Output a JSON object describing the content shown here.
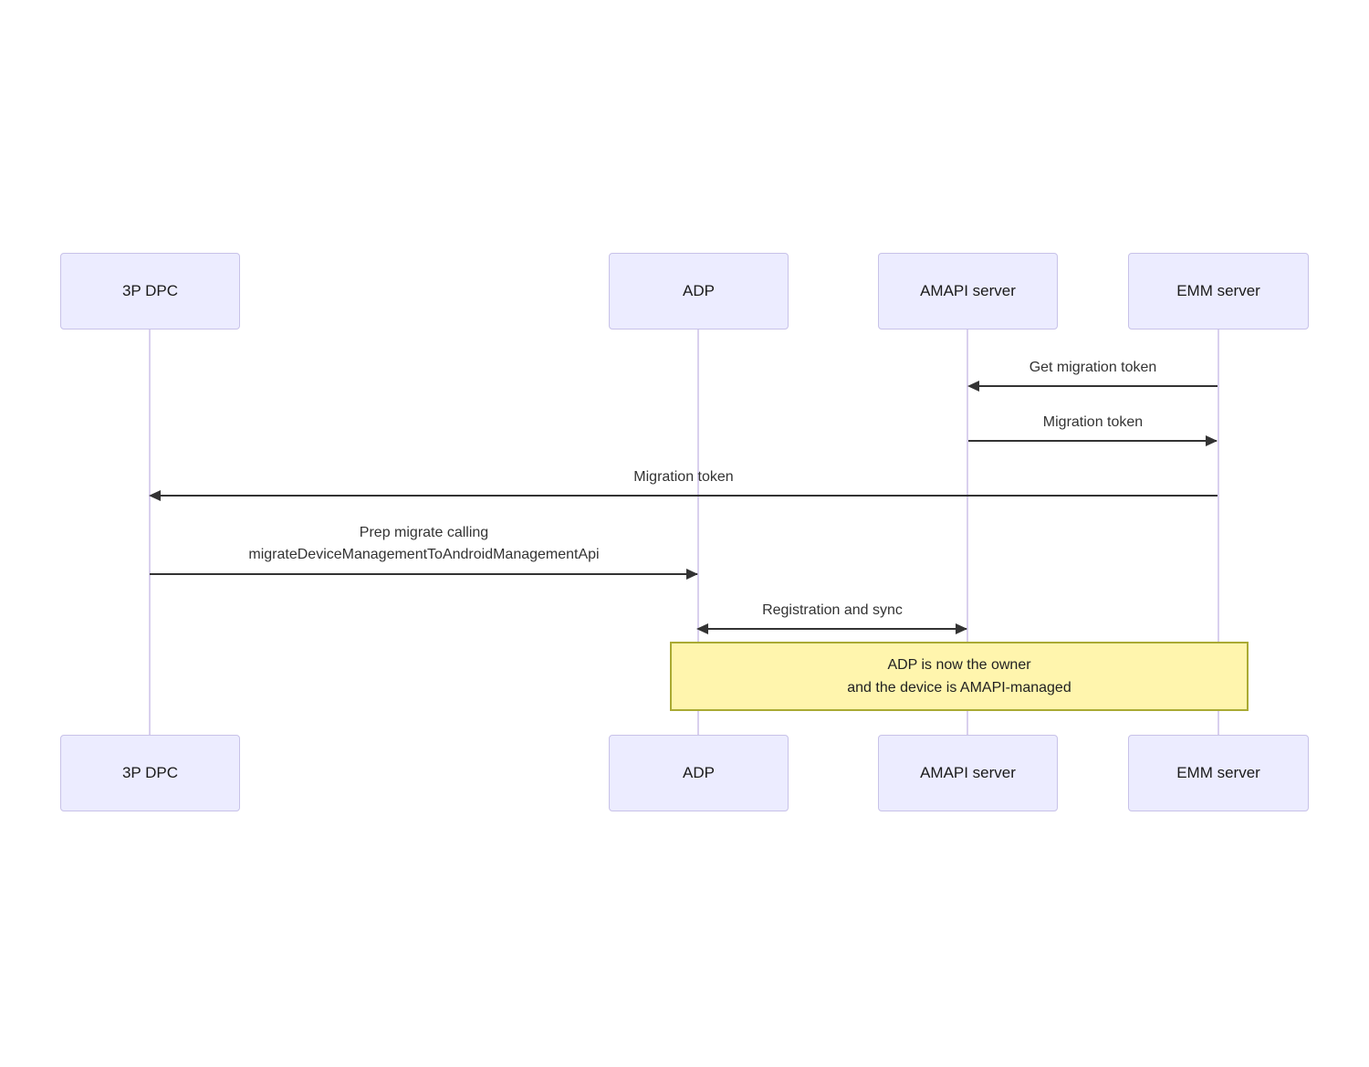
{
  "diagram": {
    "type": "sequence-diagram",
    "actors": [
      {
        "label": "3P DPC"
      },
      {
        "label": "ADP"
      },
      {
        "label": "AMAPI server"
      },
      {
        "label": "EMM server"
      }
    ],
    "messages": [
      {
        "from": "EMM server",
        "to": "AMAPI server",
        "label": "Get migration token",
        "direction": "left"
      },
      {
        "from": "AMAPI server",
        "to": "EMM server",
        "label": "Migration token",
        "direction": "right"
      },
      {
        "from": "EMM server",
        "to": "3P DPC",
        "label": "Migration token",
        "direction": "left"
      },
      {
        "from": "3P DPC",
        "to": "ADP",
        "label_line1": "Prep migrate calling",
        "label_line2": "migrateDeviceManagementToAndroidManagementApi",
        "direction": "right"
      },
      {
        "from": "ADP",
        "to": "AMAPI server",
        "label": "Registration and sync",
        "direction": "both"
      }
    ],
    "note": {
      "over": "ADP to EMM server",
      "line1": "ADP is now the owner",
      "line2": "and the device is AMAPI-managed"
    },
    "colors": {
      "actor_fill": "#ECECFF",
      "actor_border": "#C8C2E8",
      "lifeline": "#D9D0EE",
      "arrow": "#333333",
      "text": "#333333",
      "note_fill": "#FFF5AD",
      "note_border": "#AAAA33"
    }
  }
}
